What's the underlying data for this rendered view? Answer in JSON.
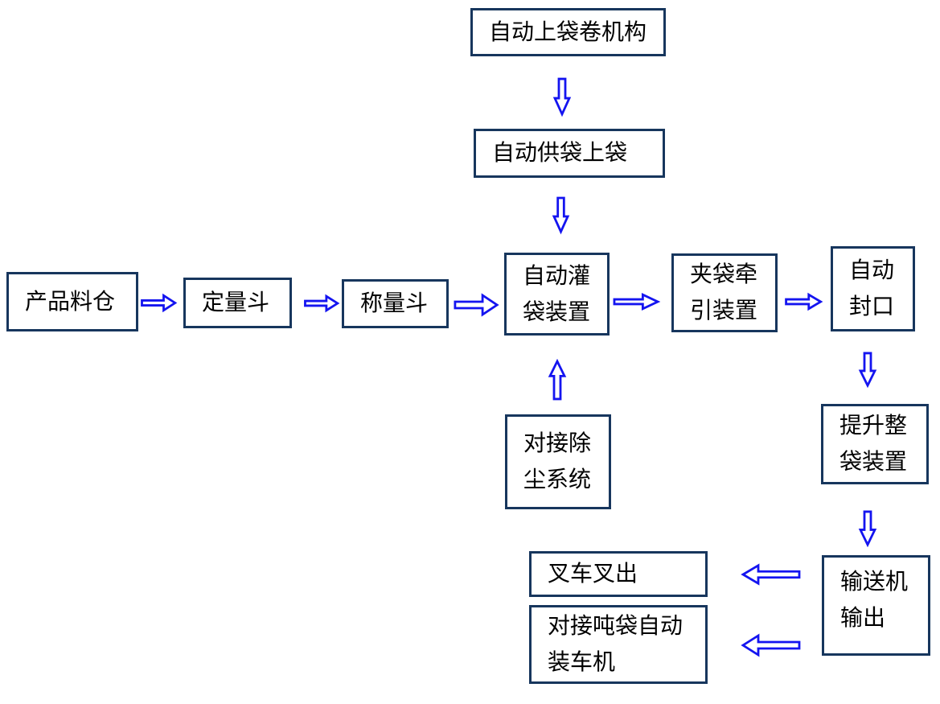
{
  "diagram": {
    "type": "flowchart",
    "language": "zh-CN",
    "description": "Automatic bag packaging line process flow"
  },
  "colors": {
    "box_border": "#17365D",
    "arrow_blue": "#1414F0",
    "text": "#000000",
    "background": "#FFFFFF"
  },
  "nodes": [
    {
      "id": "auto-bag-roll-mechanism",
      "label": "自动上袋卷机构",
      "lines": [
        "自动上袋卷机构"
      ]
    },
    {
      "id": "auto-bag-supply",
      "label": "自动供袋上袋",
      "lines": [
        "自动供袋上袋"
      ]
    },
    {
      "id": "product-silo",
      "label": "产品料仓",
      "lines": [
        "产品料仓"
      ]
    },
    {
      "id": "quantitative-hopper",
      "label": "定量斗",
      "lines": [
        "定量斗"
      ]
    },
    {
      "id": "weighing-hopper",
      "label": "称量斗",
      "lines": [
        "称量斗"
      ]
    },
    {
      "id": "auto-bag-filling",
      "label": "自动灌袋装置",
      "lines": [
        "自动灌",
        "袋装置"
      ]
    },
    {
      "id": "bag-clamp-traction",
      "label": "夹袋牵引装置",
      "lines": [
        "夹袋牵",
        "引装置"
      ]
    },
    {
      "id": "auto-sealing",
      "label": "自动封口",
      "lines": [
        "自动",
        "封口"
      ]
    },
    {
      "id": "dust-removal-docking",
      "label": "对接除尘系统",
      "lines": [
        "对接除",
        "尘系统"
      ]
    },
    {
      "id": "bag-lifting",
      "label": "提升整袋装置",
      "lines": [
        "提升整",
        "袋装置"
      ]
    },
    {
      "id": "conveyor-output",
      "label": "输送机输出",
      "lines": [
        "输送机",
        "输出"
      ]
    },
    {
      "id": "forklift-out",
      "label": "叉车叉出",
      "lines": [
        "叉车叉出"
      ]
    },
    {
      "id": "ton-bag-truck-loader",
      "label": "对接吨袋自动装车机",
      "lines": [
        "对接吨袋自动",
        "装车机"
      ]
    }
  ],
  "connectors": [
    {
      "from": "auto-bag-roll-mechanism",
      "to": "auto-bag-supply",
      "direction": "down"
    },
    {
      "from": "auto-bag-supply",
      "to": "auto-bag-filling",
      "direction": "down"
    },
    {
      "from": "product-silo",
      "to": "quantitative-hopper",
      "direction": "right"
    },
    {
      "from": "quantitative-hopper",
      "to": "weighing-hopper",
      "direction": "right"
    },
    {
      "from": "weighing-hopper",
      "to": "auto-bag-filling",
      "direction": "right"
    },
    {
      "from": "auto-bag-filling",
      "to": "bag-clamp-traction",
      "direction": "right"
    },
    {
      "from": "bag-clamp-traction",
      "to": "auto-sealing",
      "direction": "right"
    },
    {
      "from": "dust-removal-docking",
      "to": "auto-bag-filling",
      "direction": "up"
    },
    {
      "from": "auto-sealing",
      "to": "bag-lifting",
      "direction": "down"
    },
    {
      "from": "bag-lifting",
      "to": "conveyor-output",
      "direction": "down"
    },
    {
      "from": "conveyor-output",
      "to": "forklift-out",
      "direction": "left"
    },
    {
      "from": "conveyor-output",
      "to": "ton-bag-truck-loader",
      "direction": "left"
    }
  ]
}
